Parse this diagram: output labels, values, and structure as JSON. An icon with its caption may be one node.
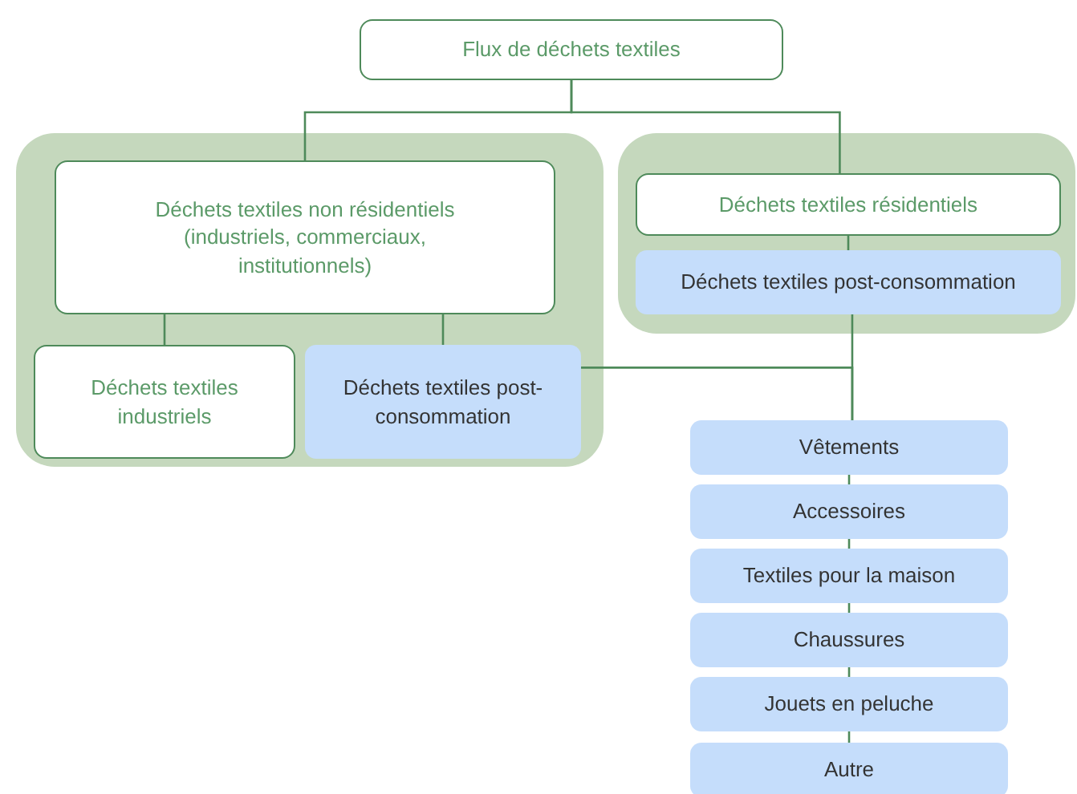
{
  "diagram": {
    "nodes": [
      {
        "text": [
          "Flux de déchets textiles"
        ]
      },
      {
        "text": [],
        "shape": "box"
      },
      {
        "text": [
          "Déchets textiles non résidentiels (industriels, commerciaux, institutionnels)"
        ],
        "in": 1
      },
      {
        "text": [
          "Déchets textiles industriels"
        ],
        "in": 1
      },
      {
        "text": [
          "Déchets textiles post-consommation"
        ],
        "in": 1
      },
      {
        "text": [],
        "shape": "box"
      },
      {
        "text": [
          "Déchets textiles résidentiels"
        ],
        "in": 5
      },
      {
        "text": [
          "Déchets textiles post-consommation"
        ],
        "in": 5
      },
      {
        "text": [
          "Vêtements"
        ]
      },
      {
        "text": [
          "Accessoires"
        ]
      },
      {
        "text": [
          "Textiles pour la maison"
        ]
      },
      {
        "text": [
          "Chaussures"
        ]
      },
      {
        "text": [
          "Jouets en peluche"
        ]
      },
      {
        "text": [
          "Autre"
        ]
      }
    ],
    "edges": [
      {
        "from": 0,
        "to": 2,
        "arrow": "none"
      },
      {
        "from": 0,
        "to": 6,
        "arrow": "none"
      },
      {
        "from": 2,
        "to": 3,
        "arrow": "none"
      },
      {
        "from": 2,
        "to": 4,
        "arrow": "none"
      },
      {
        "from": 6,
        "to": 7,
        "arrow": "none"
      },
      {
        "from": 7,
        "to": 8,
        "arrow": "none"
      },
      {
        "from": 4,
        "to": 8,
        "arrow": "none"
      },
      {
        "from": 8,
        "to": 9,
        "arrow": "none"
      },
      {
        "from": 9,
        "to": 10,
        "arrow": "none"
      },
      {
        "from": 10,
        "to": 11,
        "arrow": "none"
      },
      {
        "from": 11,
        "to": 12,
        "arrow": "none"
      },
      {
        "from": 12,
        "to": 13,
        "arrow": "none"
      }
    ]
  }
}
